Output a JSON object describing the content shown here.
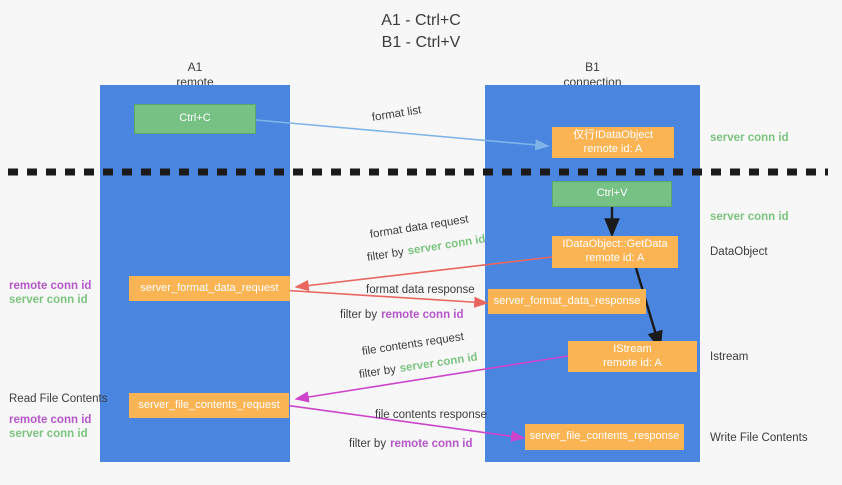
{
  "title": {
    "line1": "A1 - Ctrl+C",
    "line2": "B1 - Ctrl+V"
  },
  "colors": {
    "lane": "#4a86e0",
    "green_node": "#76c183",
    "orange_node": "#fbb454",
    "server_conn_id": "#7cc47f",
    "remote_conn_id": "#b556c9",
    "arrow_blue": "#7fb4e8",
    "arrow_red": "#e8665f",
    "arrow_magenta": "#cc44cc",
    "arrow_black": "#1a1a1a",
    "background": "#f7f7f7"
  },
  "lanes": [
    {
      "id": "a1",
      "title": "A1",
      "subtitle": "remote"
    },
    {
      "id": "b1",
      "title": "B1",
      "subtitle": "connection"
    }
  ],
  "nodes": [
    {
      "id": "ctrl-c",
      "line1": "Ctrl+C",
      "line2": "",
      "kind": "green"
    },
    {
      "id": "idataobject-top",
      "line1": "仅行IDataObject",
      "line2": "remote id: A",
      "kind": "orange"
    },
    {
      "id": "ctrl-v",
      "line1": "Ctrl+V",
      "line2": "",
      "kind": "green"
    },
    {
      "id": "getdata",
      "line1": "IDataObject::GetData",
      "line2": "remote id: A",
      "kind": "orange"
    },
    {
      "id": "server-format-data-request",
      "line1": "server_format_data_request",
      "line2": "",
      "kind": "orange"
    },
    {
      "id": "server-format-data-response",
      "line1": "server_format_data_response",
      "line2": "",
      "kind": "orange"
    },
    {
      "id": "istream",
      "line1": "IStream",
      "line2": "remote id: A",
      "kind": "orange"
    },
    {
      "id": "server-file-contents-request",
      "line1": "server_file_contents_request",
      "line2": "",
      "kind": "orange"
    },
    {
      "id": "server-file-contents-response",
      "line1": "server_file_contents_response",
      "line2": "",
      "kind": "orange"
    }
  ],
  "edge_labels": {
    "format_list": "format list",
    "format_data_request": "format data request",
    "format_data_response": "format data response",
    "file_contents_request": "file contents request",
    "file_contents_response": "file contents response",
    "filter_by": "filter by",
    "server_conn_id": "server conn id",
    "remote_conn_id": "remote conn id"
  },
  "right_annotations": [
    {
      "id": "server-conn-id-top",
      "text": "server conn id",
      "style": "green"
    },
    {
      "id": "server-conn-id-mid",
      "text": "server conn id",
      "style": "green"
    },
    {
      "id": "dataobject",
      "text": "DataObject",
      "style": "dark"
    },
    {
      "id": "istream-note",
      "text": "Istream",
      "style": "dark"
    },
    {
      "id": "write-file-contents",
      "text": "Write File Contents",
      "style": "dark"
    }
  ],
  "left_annotations": [
    {
      "id": "remote-conn-id-mid",
      "text": "remote conn id",
      "style": "purple"
    },
    {
      "id": "server-conn-id-left-mid",
      "text": "server conn id",
      "style": "green"
    },
    {
      "id": "read-file-contents",
      "text": "Read File Contents",
      "style": "dark"
    },
    {
      "id": "remote-conn-id-low",
      "text": "remote conn id",
      "style": "purple"
    },
    {
      "id": "server-conn-id-left-low",
      "text": "server conn id",
      "style": "green"
    }
  ]
}
